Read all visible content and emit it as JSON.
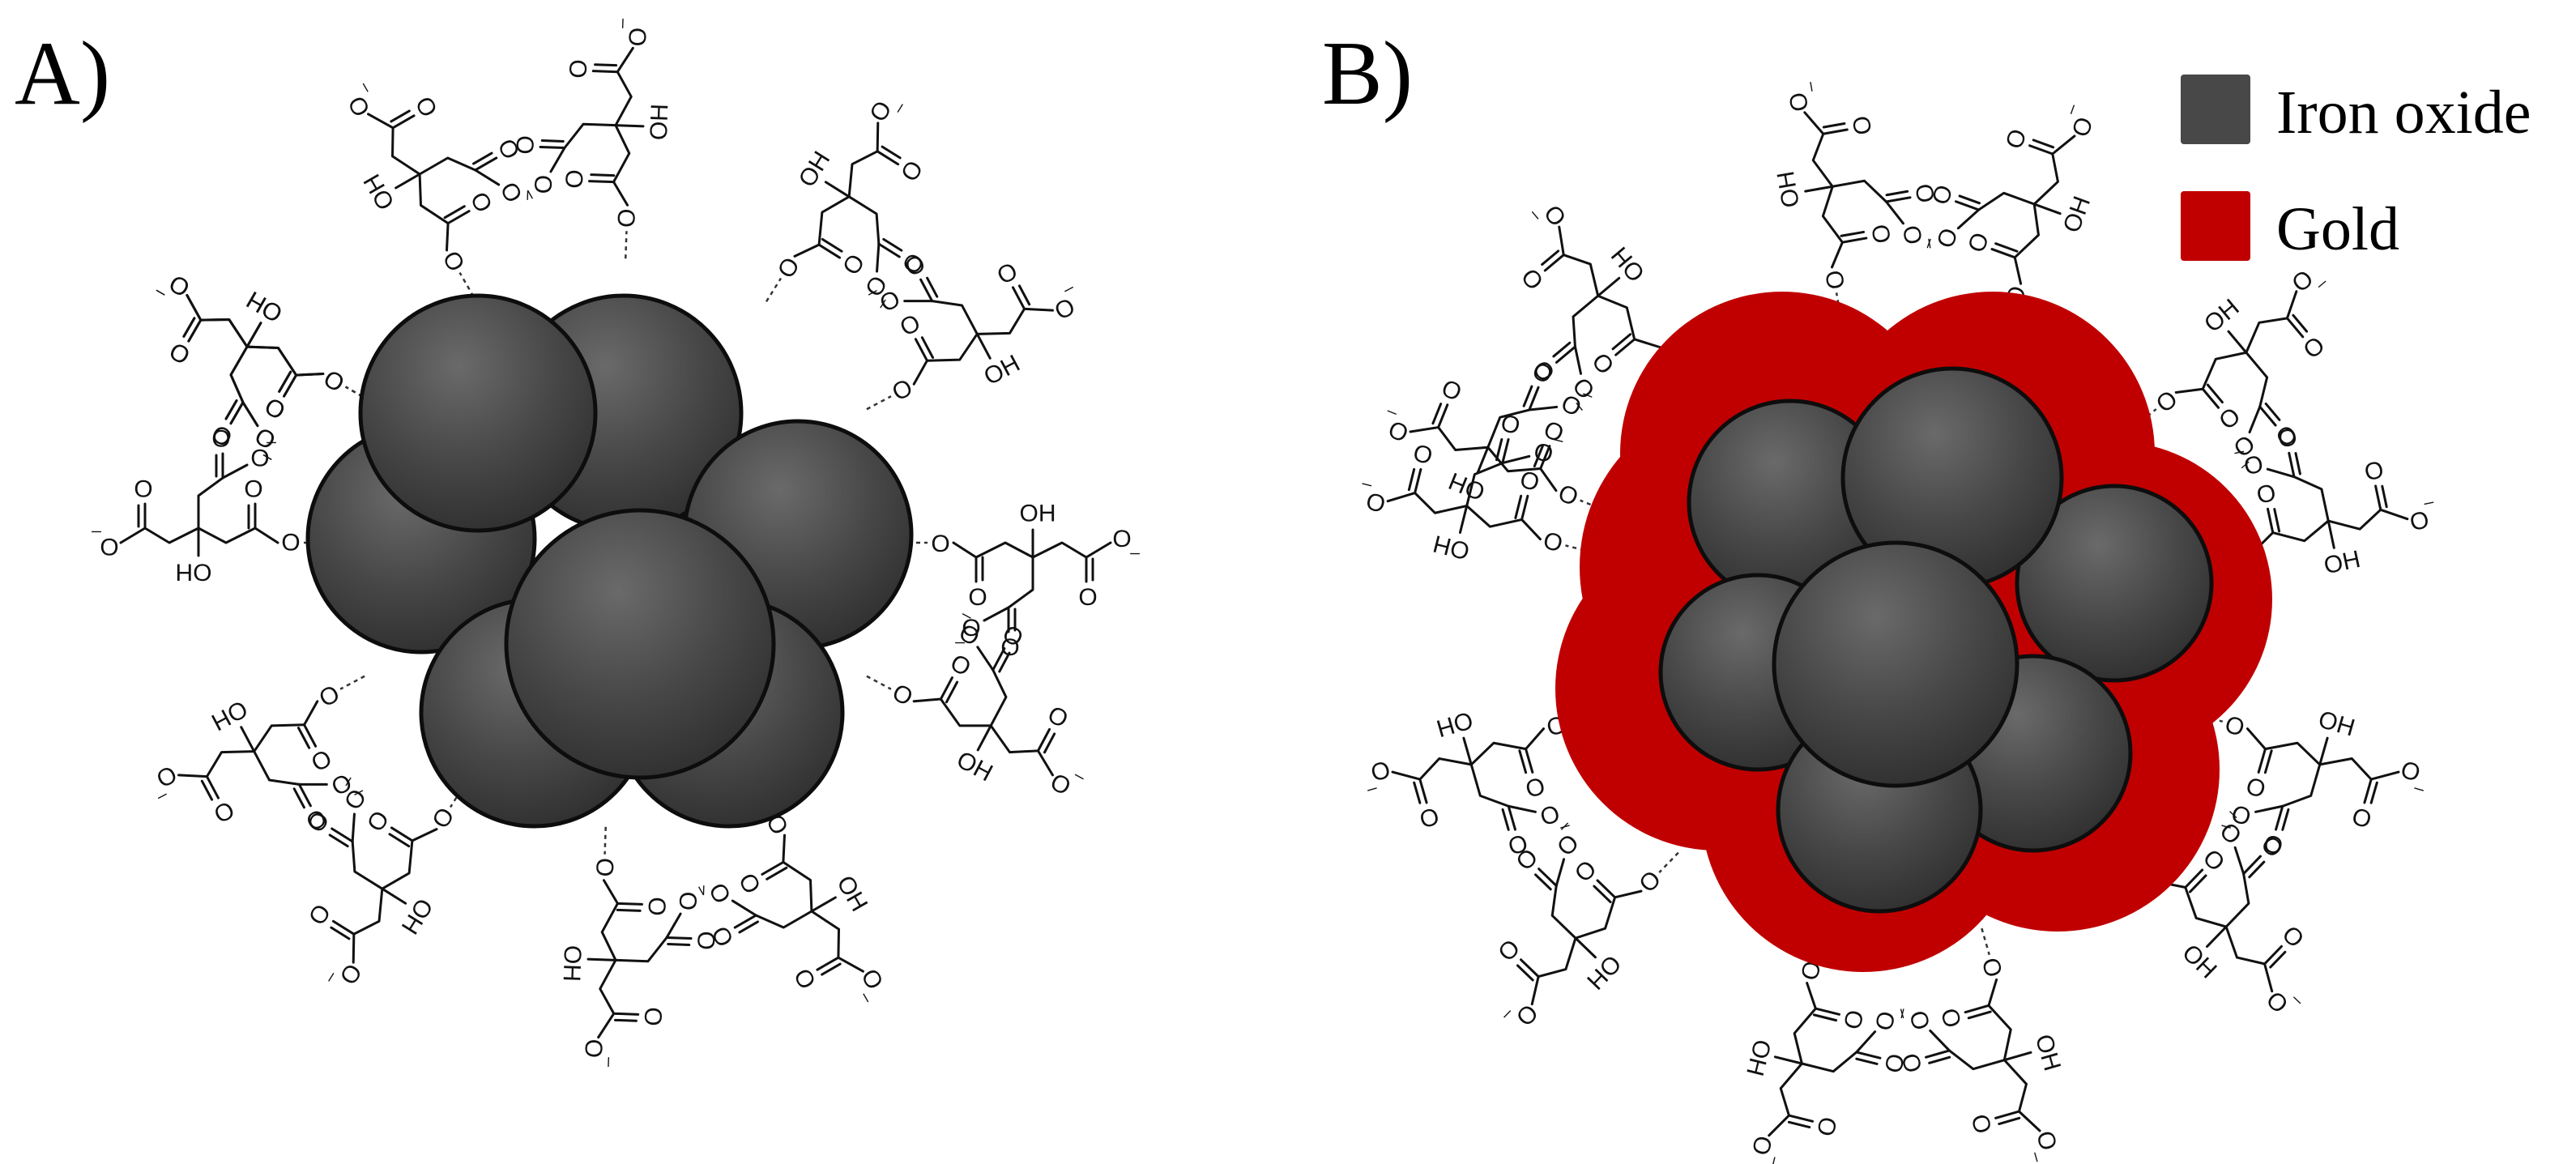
{
  "panels": [
    {
      "id": "A",
      "label": "A)"
    },
    {
      "id": "B",
      "label": "B)"
    }
  ],
  "legend": {
    "items": [
      {
        "label": "Iron oxide",
        "color": "#484848"
      },
      {
        "label": "Gold",
        "color": "#c00000"
      }
    ]
  },
  "molecule_labels": {
    "hydroxyl": "OH",
    "hydroxyl_alt": "HO",
    "oxygen": "O",
    "oxygen_anion": "O⁻",
    "charge": "⁻"
  },
  "colors": {
    "iron_oxide": "#484848",
    "gold": "#c00000",
    "ligand": "#111111"
  }
}
